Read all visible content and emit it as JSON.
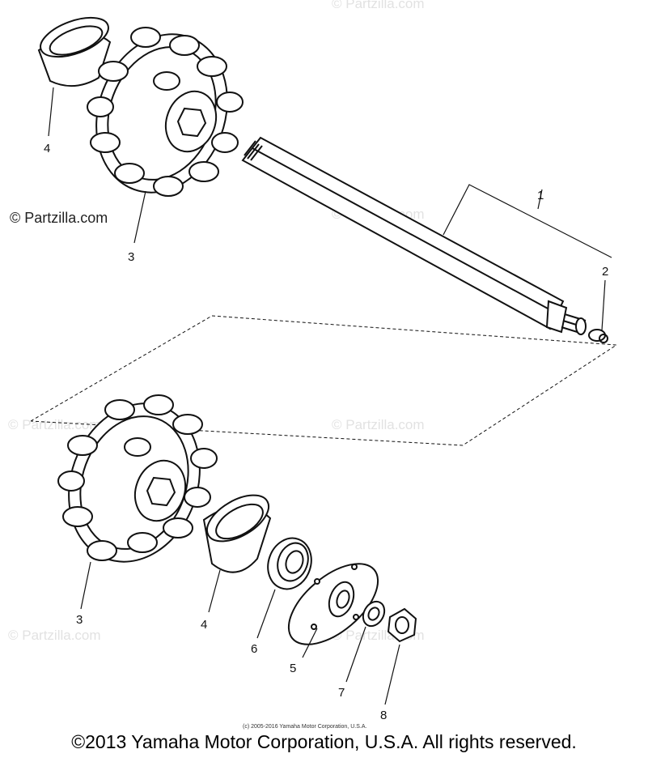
{
  "watermark": {
    "text": "© Partzilla.com"
  },
  "callouts": {
    "c1": "1",
    "c2": "2",
    "c3_top": "3",
    "c3_bottom": "3",
    "c4_top": "4",
    "c4_bottom": "4",
    "c5": "5",
    "c6": "6",
    "c7": "7",
    "c8": "8"
  },
  "small_copyright": "(c) 2005-2016 Yamaha Motor Corporation, U.S.A.",
  "footer": "©2013 Yamaha Motor Corporation, U.S.A. All rights reserved."
}
